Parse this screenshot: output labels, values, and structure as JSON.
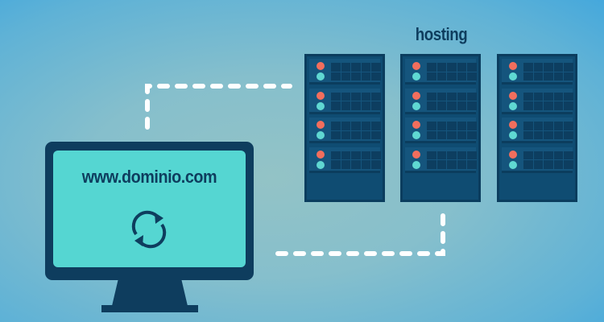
{
  "hosting": {
    "title": "hosting",
    "racks": [
      {
        "name": "server-rack-1",
        "units": 4
      },
      {
        "name": "server-rack-2",
        "units": 4
      },
      {
        "name": "server-rack-3",
        "units": 4
      }
    ]
  },
  "monitor": {
    "url": "www.dominio.com",
    "icon": "refresh-icon"
  },
  "colors": {
    "dark_navy": "#0e3d5e",
    "rack_blue": "#0f4c72",
    "screen_teal": "#55d6d2",
    "led_red": "#f26e5d",
    "led_teal": "#5fd8d2",
    "dash_white": "#ffffff"
  },
  "connections": [
    {
      "name": "monitor-to-server-top-link",
      "style": "dashed"
    },
    {
      "name": "server-to-monitor-bottom-link",
      "style": "dashed"
    }
  ]
}
